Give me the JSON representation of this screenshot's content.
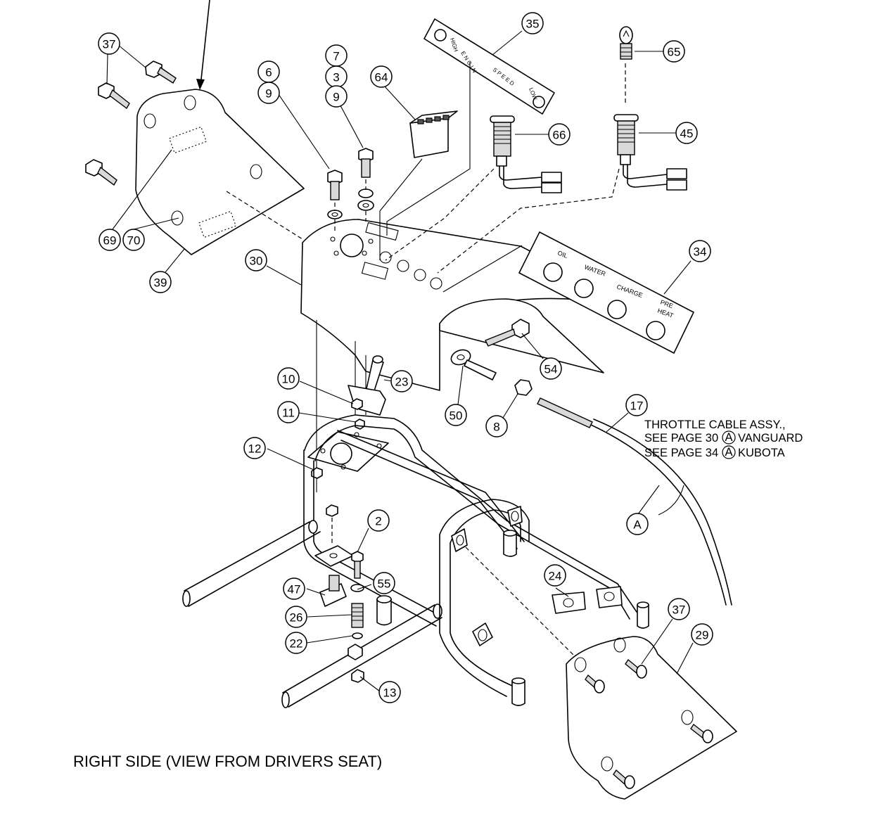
{
  "caption": "RIGHT SIDE (VIEW FROM DRIVERS SEAT)",
  "throttle_note": {
    "line1": "THROTTLE CABLE ASSY.,",
    "line2_prefix": "SEE PAGE 30",
    "line2_ref": "A",
    "line2_suffix": "VANGUARD",
    "line3_prefix": "SEE PAGE 34",
    "line3_ref": "A",
    "line3_suffix": "KUBOTA"
  },
  "speed_plate": {
    "high": "HIGH",
    "engine": "E N G I N",
    "speed": "S P E E D",
    "low": "LOW"
  },
  "gauge_panel": {
    "oil": "OIL",
    "water": "WATER",
    "charge": "CHARGE",
    "preheat_1": "PRE",
    "preheat_2": "HEAT"
  },
  "callouts": [
    {
      "id": "c37a",
      "label": "37"
    },
    {
      "id": "c6",
      "label": "6"
    },
    {
      "id": "c9a",
      "label": "9"
    },
    {
      "id": "c7",
      "label": "7"
    },
    {
      "id": "c3",
      "label": "3"
    },
    {
      "id": "c9b",
      "label": "9"
    },
    {
      "id": "c64",
      "label": "64"
    },
    {
      "id": "c35",
      "label": "35"
    },
    {
      "id": "c65",
      "label": "65"
    },
    {
      "id": "c66",
      "label": "66"
    },
    {
      "id": "c45",
      "label": "45"
    },
    {
      "id": "c69",
      "label": "69"
    },
    {
      "id": "c70",
      "label": "70"
    },
    {
      "id": "c39",
      "label": "39"
    },
    {
      "id": "c30",
      "label": "30"
    },
    {
      "id": "c34",
      "label": "34"
    },
    {
      "id": "c54",
      "label": "54"
    },
    {
      "id": "c10",
      "label": "10"
    },
    {
      "id": "c23",
      "label": "23"
    },
    {
      "id": "c11",
      "label": "11"
    },
    {
      "id": "c50",
      "label": "50"
    },
    {
      "id": "c8",
      "label": "8"
    },
    {
      "id": "c17",
      "label": "17"
    },
    {
      "id": "c12",
      "label": "12"
    },
    {
      "id": "cA",
      "label": "A"
    },
    {
      "id": "c2",
      "label": "2"
    },
    {
      "id": "c24",
      "label": "24"
    },
    {
      "id": "c47",
      "label": "47"
    },
    {
      "id": "c55",
      "label": "55"
    },
    {
      "id": "c26",
      "label": "26"
    },
    {
      "id": "c37b",
      "label": "37"
    },
    {
      "id": "c29",
      "label": "29"
    },
    {
      "id": "c22",
      "label": "22"
    },
    {
      "id": "c13",
      "label": "13"
    }
  ]
}
